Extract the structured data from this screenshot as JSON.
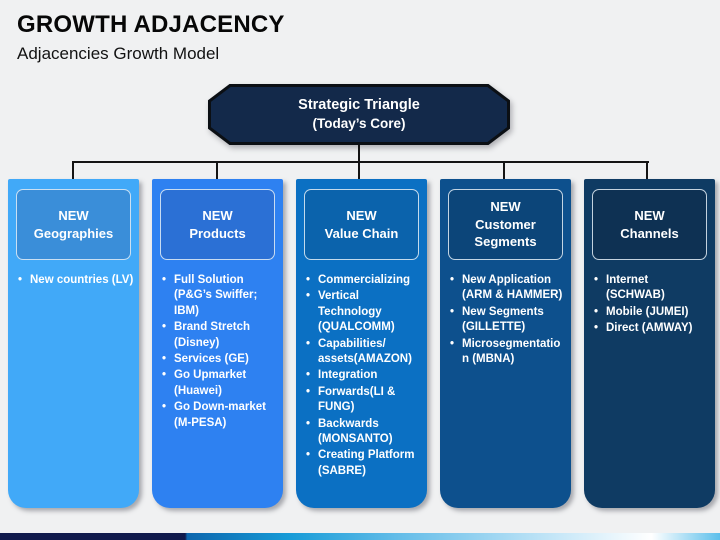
{
  "slide": {
    "title": "GROWTH ADJACENCY",
    "subtitle": "Adjacencies Growth Model"
  },
  "triangle": {
    "line1": "Strategic Triangle",
    "line2": "(Today’s Core)",
    "fill_color": "#13294a",
    "border_color": "#0b0f14"
  },
  "columns": [
    {
      "title": "NEW\nGeographies",
      "bullets": [
        "New countries (LV)"
      ],
      "body_color": "#41a9f8",
      "header_color": "#3a8ed9"
    },
    {
      "title": "NEW\nProducts",
      "bullets": [
        "Full Solution (P&G’s Swiffer; IBM)",
        "Brand Stretch (Disney)",
        "Services (GE)",
        "Go Upmarket (Huawei)",
        "Go Down-market (M-PESA)"
      ],
      "body_color": "#2e81f1",
      "header_color": "#2b70d5"
    },
    {
      "title": "NEW\nValue Chain",
      "bullets": [
        "Commercializing",
        "Vertical Technology (QUALCOMM)",
        "Capabilities/ assets(AMAZON)",
        "Integration",
        "Forwards(LI & FUNG)",
        "Backwards (MONSANTO)",
        "Creating Platform (SABRE)"
      ],
      "body_color": "#0b70c3",
      "header_color": "#0b63ac"
    },
    {
      "title": "NEW\nCustomer\nSegments",
      "bullets": [
        "New Application (ARM & HAMMER)",
        "New Segments (GILLETTE)",
        "Microsegmentation (MBNA)"
      ],
      "body_color": "#0d508d",
      "header_color": "#0c4579"
    },
    {
      "title": "NEW\nChannels",
      "bullets": [
        "Internet (SCHWAB)",
        "Mobile (JUMEI)",
        "Direct (AMWAY)"
      ],
      "body_color": "#0f3b63",
      "header_color": "#0e3153"
    }
  ],
  "footer_bar": {
    "navy": "#101a4c",
    "blue": "#0d66ad",
    "sky": "#169bd7",
    "mid": "#62bce8",
    "light": "#c9e8f8",
    "white": "#ffffff",
    "right": "#5cbfeb"
  }
}
